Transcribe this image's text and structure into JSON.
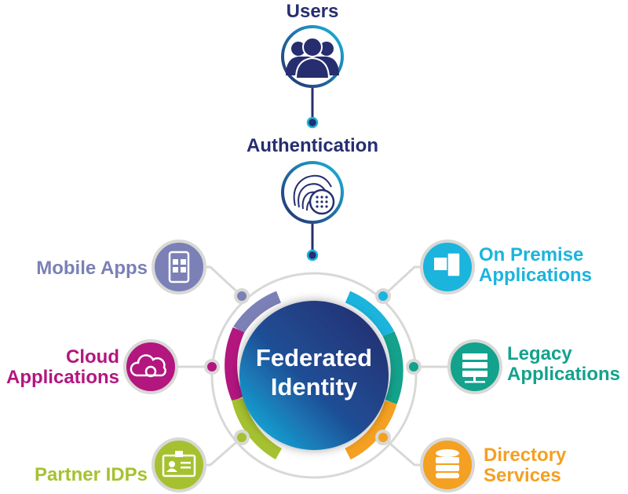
{
  "top": {
    "users_label": "Users",
    "authentication_label": "Authentication"
  },
  "center": {
    "line1": "Federated",
    "line2": "Identity"
  },
  "nodes": {
    "mobile": {
      "label": "Mobile Apps",
      "color": "#7b80b6"
    },
    "on_premise": {
      "line1": "On Premise",
      "line2": "Applications",
      "color": "#1bb4dd"
    },
    "cloud": {
      "line1": "Cloud",
      "line2": "Applications",
      "color": "#b3167f"
    },
    "legacy": {
      "line1": "Legacy",
      "line2": "Applications",
      "color": "#13a28c"
    },
    "partner": {
      "label": "Partner IDPs",
      "color": "#a6c130"
    },
    "directory": {
      "line1": "Directory",
      "line2": "Services",
      "color": "#f4a022"
    }
  },
  "colors": {
    "navy": "#262e70",
    "cyan": "#1bb4dd",
    "gray": "#d8d8d6"
  }
}
